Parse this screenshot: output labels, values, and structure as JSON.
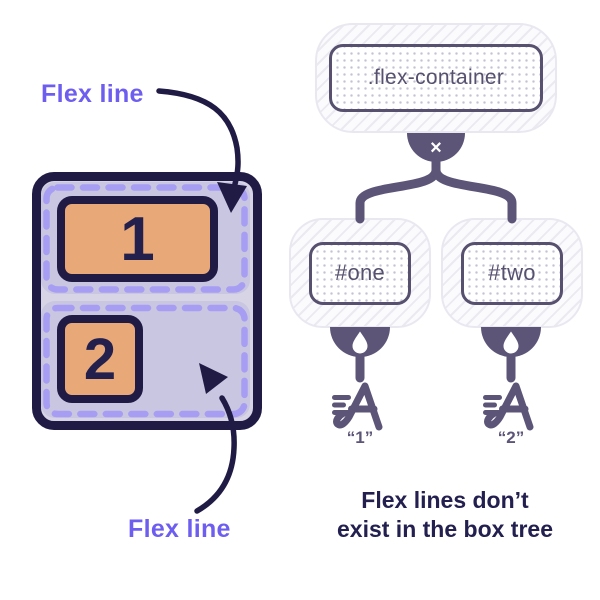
{
  "left_panel": {
    "flex_line_label_top": "Flex line",
    "flex_line_label_bottom": "Flex line",
    "container": {
      "items": [
        {
          "number": "1"
        },
        {
          "number": "2"
        }
      ]
    }
  },
  "box_tree": {
    "root": {
      "label": ".flex-container",
      "marker": "×"
    },
    "children": [
      {
        "label": "#one",
        "text_leaf": "“1”"
      },
      {
        "label": "#two",
        "text_leaf": "“2”"
      }
    ]
  },
  "caption": {
    "line1": "Flex lines don’t",
    "line2": "exist in the box tree"
  },
  "colors": {
    "accent_purple": "#6e5ef0",
    "navy": "#201b44",
    "item_orange": "#e9a878",
    "container_fill": "#d7d4e6",
    "flex_line_fill": "#c9c6e2",
    "dash_purple": "#a79df2",
    "tree_slate": "#5d5578",
    "caption_navy": "#232050"
  }
}
